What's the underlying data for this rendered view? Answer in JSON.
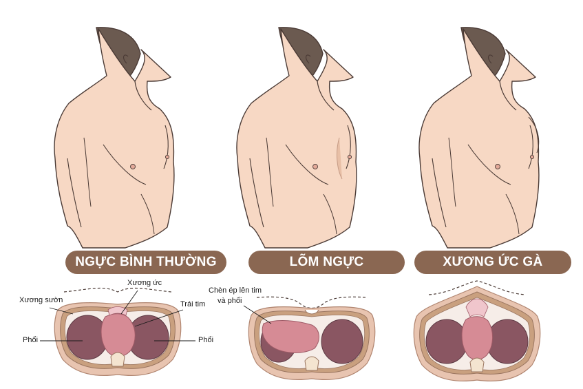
{
  "captions": {
    "normal": "NGỰC BÌNH THƯỜNG",
    "pectus_excavatum": "LÕM NGỰC",
    "pectus_carinatum": "XƯƠNG ỨC GÀ"
  },
  "labels": {
    "xuong_suon": "Xương sườn",
    "xuong_uc": "Xương ức",
    "trai_tim": "Trái tim",
    "phoi_left": "Phổi",
    "phoi_right": "Phổi",
    "chen_ep_line1": "Chèn ép lên tim",
    "chen_ep_line2": "và phổi"
  },
  "colors": {
    "skin": "#f7d8c4",
    "outline": "#4a3a35",
    "hair": "#6b5a50",
    "caption_bg": "#8a6752",
    "rib_band": "#c9a07f",
    "body_ring": "#e8c4b0",
    "lung": "#8a5662",
    "heart": "#d68b95",
    "sternum": "#f0c6cc"
  }
}
